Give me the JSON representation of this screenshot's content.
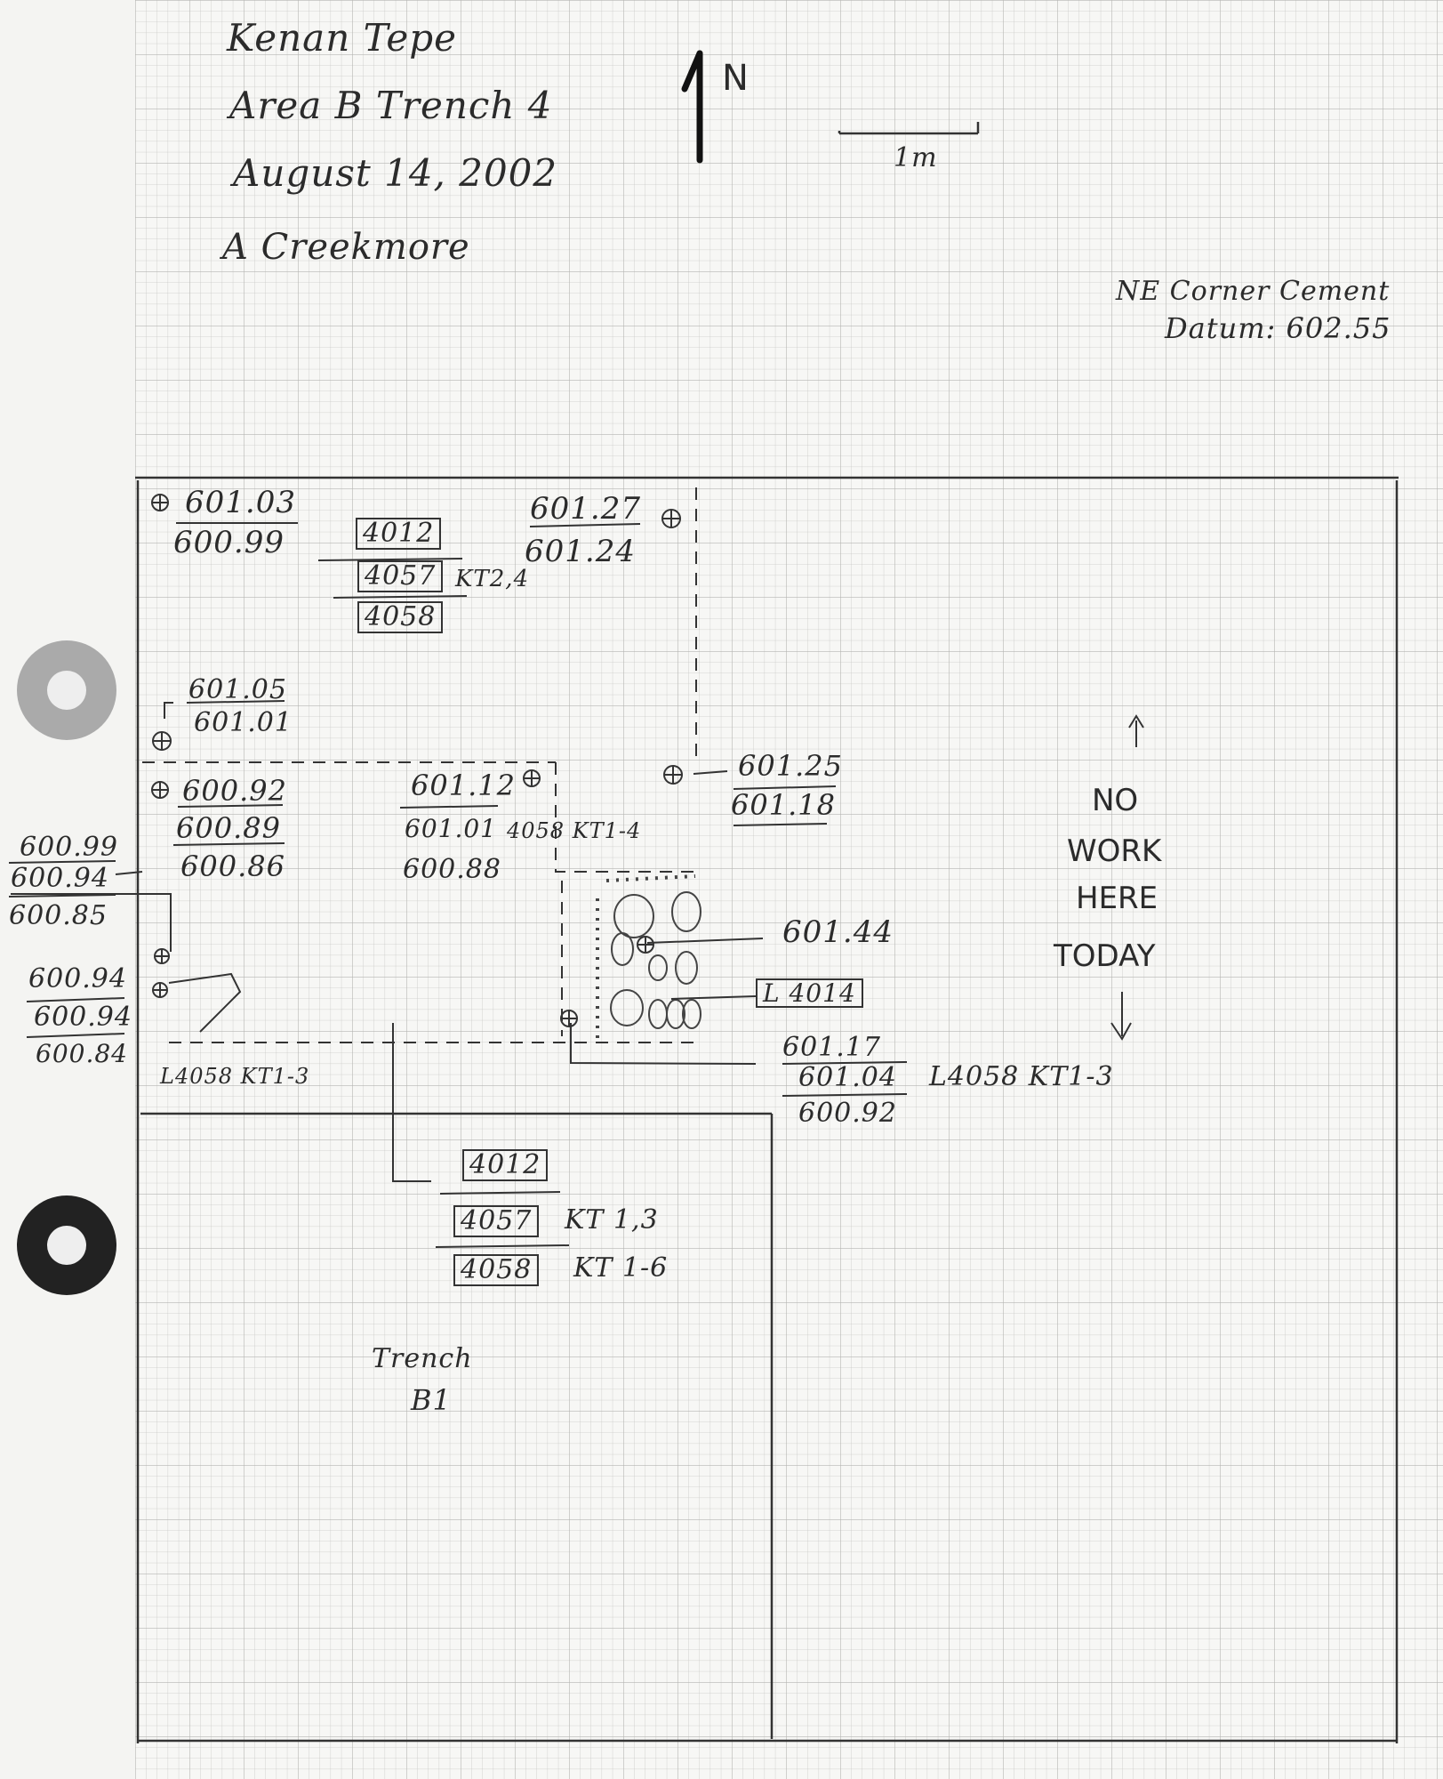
{
  "header": {
    "site": "Kenan Tepe",
    "area": "Area B  Trench 4",
    "date": "August 14, 2002",
    "author": "A Creekmore"
  },
  "north_label": "N",
  "scale_label": "1m",
  "datum": {
    "line1": "NE Corner Cement",
    "line2": "Datum: 602.55"
  },
  "elevations": {
    "nw_top": "601.03",
    "nw_bottom": "600.99",
    "ne_top": "601.27",
    "ne_bottom": "601.24",
    "w_mid_top": "601.05",
    "w_mid_bottom": "601.01",
    "w_low_1": "600.92",
    "w_low_2": "600.89",
    "w_low_3": "600.86",
    "margin_1": "600.99",
    "margin_2": "600.94",
    "margin_3": "600.85",
    "margin_low_1": "600.94",
    "margin_low_2": "600.94",
    "margin_low_3": "600.84",
    "center_1": "601.12",
    "center_2": "601.01",
    "center_3": "600.88",
    "east_top": "601.25",
    "east_bottom": "601.18",
    "stone": "601.44",
    "se_1": "601.17",
    "se_2": "601.04",
    "se_3": "600.92"
  },
  "loci": {
    "upper_1": "4012",
    "upper_2": "4057",
    "upper_3": "4058",
    "upper_kt": "KT2,4",
    "center_locus": "4058 KT1-4",
    "stone_locus": "L 4014",
    "w_bottom_label": "L4058 KT1-3",
    "se_label": "L4058 KT1-3",
    "lower_1": "4012",
    "lower_2": "4057",
    "lower_2_kt": "KT 1,3",
    "lower_3": "4058",
    "lower_3_kt": "KT 1-6"
  },
  "no_work": [
    "NO",
    "WORK",
    "HERE",
    "TODAY"
  ],
  "trench_label": [
    "Trench",
    "B1"
  ]
}
